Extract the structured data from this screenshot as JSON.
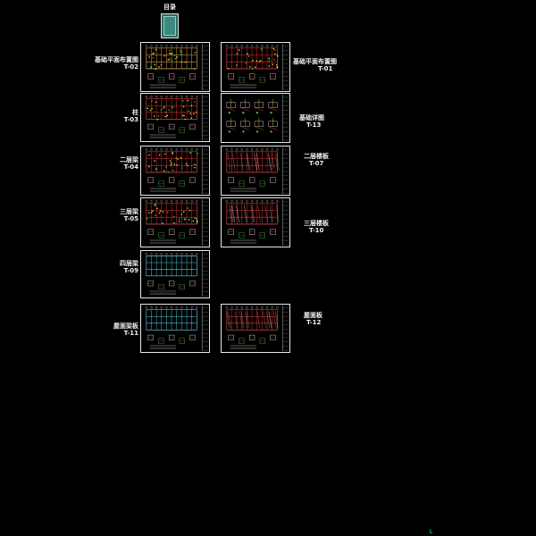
{
  "cover": {
    "title": "目录"
  },
  "sheets": [
    {
      "id": "left-1",
      "title": "基础平面布置图",
      "code": "T-02",
      "side": "left",
      "scheme": "orange"
    },
    {
      "id": "left-2",
      "title": "柱",
      "code": "T-03",
      "side": "left",
      "scheme": "red"
    },
    {
      "id": "left-3",
      "title": "二层梁",
      "code": "T-04",
      "side": "left",
      "scheme": "mixed"
    },
    {
      "id": "left-4",
      "title": "三层梁",
      "code": "T-05",
      "side": "left",
      "scheme": "mixed"
    },
    {
      "id": "left-5",
      "title": "四层梁",
      "code": "T-09",
      "side": "left",
      "scheme": "cyan"
    },
    {
      "id": "left-6",
      "title": "屋面梁板",
      "code": "T-11",
      "side": "left",
      "scheme": "cyan"
    },
    {
      "id": "right-1",
      "title": "基础平面布置图",
      "code": "T-01",
      "side": "right",
      "scheme": "red"
    },
    {
      "id": "right-2",
      "title": "基础详图",
      "code": "T-13",
      "side": "right",
      "scheme": "detail"
    },
    {
      "id": "right-3",
      "title": "二层楼板",
      "code": "T-07",
      "side": "right",
      "scheme": "redgrid"
    },
    {
      "id": "right-4",
      "title": "三层楼板",
      "code": "T-10",
      "side": "right",
      "scheme": "redgrid"
    },
    {
      "id": "right-6",
      "title": "屋面板",
      "code": "T-12",
      "side": "right",
      "scheme": "redgrid"
    }
  ],
  "colors": {
    "background": "#000000",
    "frame": "#e8e8e8",
    "red": "#e03030",
    "orange": "#e0a040",
    "cyan": "#40d0e0",
    "green": "#40c040",
    "yellow": "#e0e040",
    "white": "#f0f0f0"
  },
  "corner_mark": "L"
}
